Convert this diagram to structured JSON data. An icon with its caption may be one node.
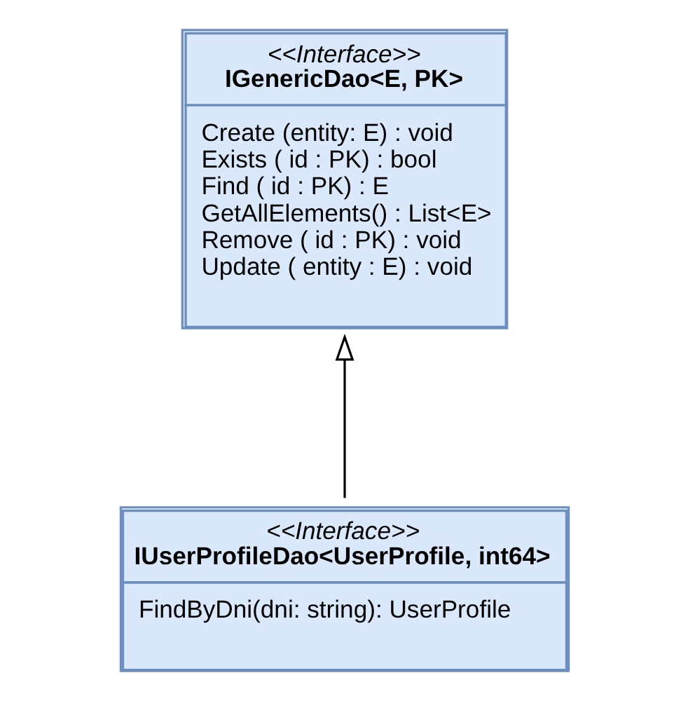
{
  "diagram": {
    "nodes": [
      {
        "text": [
          "<<Interface>>",
          "IGenericDao<E, PK>",
          "Create (entity: E) : void",
          "Exists ( id : PK) : bool",
          "Find ( id : PK) : E",
          "GetAllElements() : List<E>",
          "Remove ( id : PK) : void",
          "Update ( entity : E) : void"
        ]
      },
      {
        "text": [
          "<<Interface>>",
          "IUserProfileDao<UserProfile, int64>",
          "FindByDni(dni: string): UserProfile"
        ]
      }
    ],
    "edges": [
      {
        "from": 1,
        "to": 0,
        "arrow": "to"
      }
    ]
  }
}
